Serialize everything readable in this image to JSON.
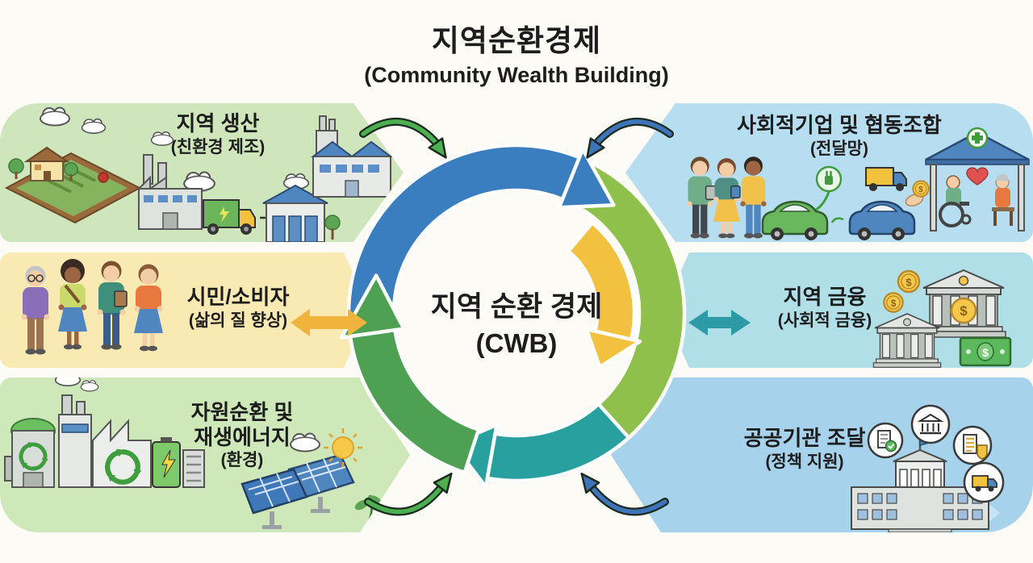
{
  "title": {
    "main": "지역순환경제",
    "subtitle": "(Community Wealth Building)"
  },
  "center": {
    "title": "지역 순환 경제",
    "subtitle": "(CWB)"
  },
  "panels": {
    "local_production": {
      "label": "지역 생산",
      "sublabel": "(친환경 제조)",
      "illustration": "farm-factory-truck-warehouse"
    },
    "citizens": {
      "label": "시민/소비자",
      "sublabel": "(삶의 질 향상)",
      "illustration": "four-citizens"
    },
    "resources": {
      "label_line1": "자원순환 및",
      "label_line2": "재생에너지",
      "sublabel": "(환경)",
      "illustration": "recycling-plant-solar-panels"
    },
    "social_enterprise": {
      "label": "사회적기업 및 협동조합",
      "sublabel": "(전달망)",
      "illustration": "coop-members-ev-care-station"
    },
    "local_finance": {
      "label": "지역 금융",
      "sublabel": "(사회적 금융)",
      "illustration": "banks-coins-banknote"
    },
    "procurement": {
      "label": "공공기관 조달",
      "sublabel": "(정책 지원)",
      "illustration": "government-building-bubbles"
    }
  },
  "colors": {
    "background": "#fcfbf6",
    "text": "#1d1d1d",
    "panel_tl": "#cfe6bd",
    "panel_ml": "#f9e9b2",
    "panel_bl": "#cfe8ba",
    "panel_tr": "#b7ddf0",
    "panel_mr": "#b0dfe8",
    "panel_br": "#a6d2ec",
    "ring_blue": "#3b7ec0",
    "ring_green_right": "#8fc04c",
    "ring_yellow": "#f1c13f",
    "ring_teal": "#28a0a0",
    "ring_green_left": "#4ea152",
    "arrow_green": "#4caf50",
    "arrow_blue": "#3e74b9",
    "arrow_yellow": "#f0b43c",
    "arrow_teal": "#2d9aa5",
    "arrow_outline": "#1c2a1e"
  }
}
